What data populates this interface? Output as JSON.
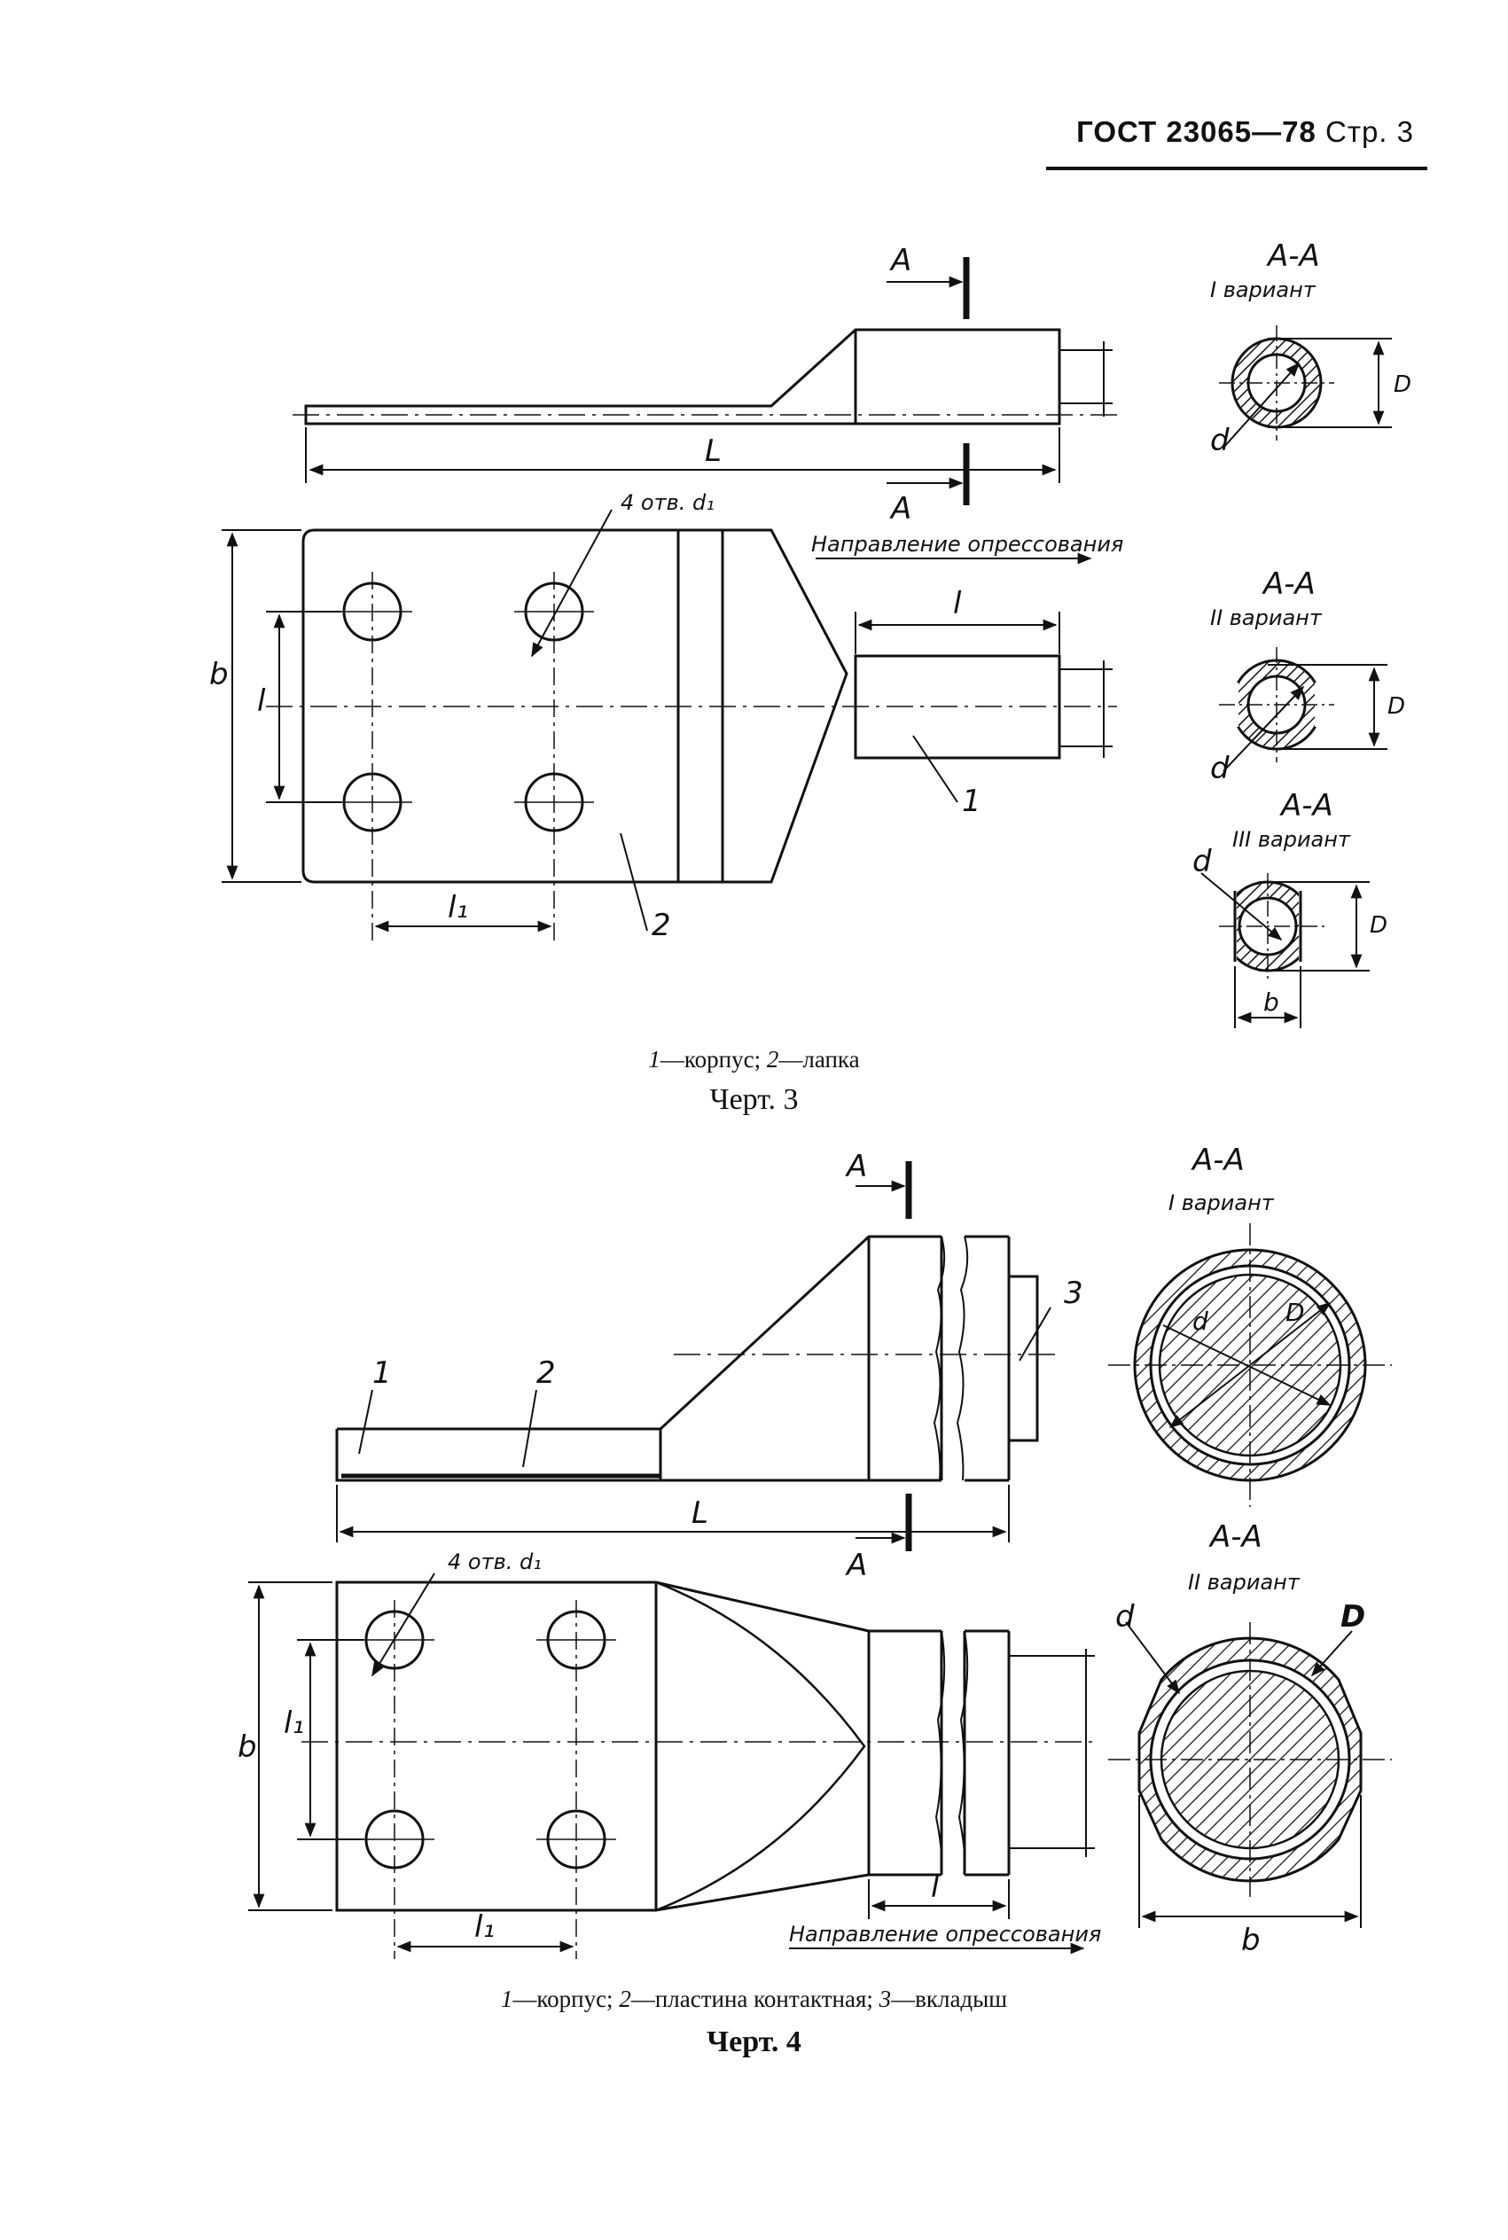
{
  "header": {
    "standard": "ГОСТ 23065—78",
    "page": "Стр. 3"
  },
  "fig3": {
    "section_label": "A",
    "section_title": "A-A",
    "variant1": "I вариант",
    "variant2": "II вариант",
    "variant3": "III вариант",
    "dim_L": "L",
    "dim_l": "l",
    "dim_l1": "l₁",
    "dim_b": "b",
    "dim_D": "D",
    "dim_d": "d",
    "holes": "4 отв. d₁",
    "direction": "Направление опрессования",
    "pos1": "1",
    "pos2": "2",
    "caption_n1": "1",
    "caption_t1": "—корпус; ",
    "caption_n2": "2",
    "caption_t2": "—лапка",
    "title": "Черт. 3"
  },
  "fig4": {
    "section_label": "A",
    "section_title": "A-A",
    "variant1": "I вариант",
    "variant2": "II вариант",
    "dim_L": "L",
    "dim_l": "l",
    "dim_l1": "l₁",
    "dim_b": "b",
    "dim_D": "D",
    "dim_d": "d",
    "holes": "4 отв. d₁",
    "direction": "Направление опрессования",
    "pos1": "1",
    "pos2": "2",
    "pos3": "3",
    "caption_n1": "1",
    "caption_t1": "—корпус; ",
    "caption_n2": "2",
    "caption_t2": "—пластина контактная; ",
    "caption_n3": "3",
    "caption_t3": "—вкладыш",
    "title": "Черт. 4"
  }
}
